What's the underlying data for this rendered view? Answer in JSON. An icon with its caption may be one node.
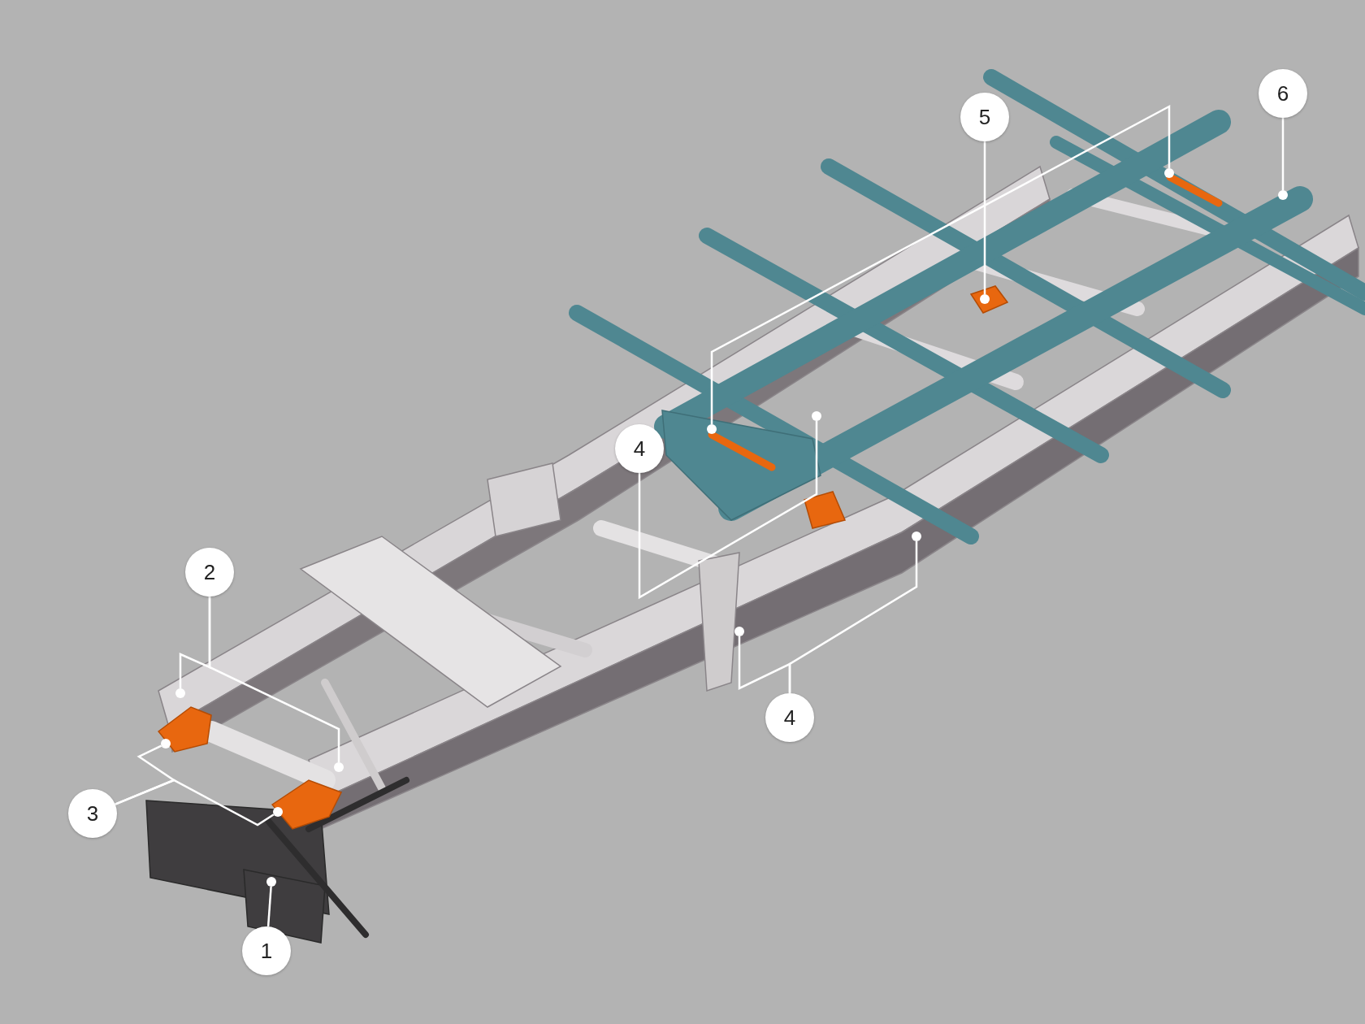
{
  "diagram": {
    "nodes": [
      {
        "text": [
          "1"
        ]
      },
      {
        "text": [
          "2"
        ]
      },
      {
        "text": [
          "3"
        ]
      },
      {
        "text": [
          "4"
        ]
      },
      {
        "text": [
          "4"
        ]
      },
      {
        "text": [
          "5"
        ]
      },
      {
        "text": [
          "6"
        ]
      },
      {
        "text": [],
        "shape": "circle"
      },
      {
        "text": [],
        "shape": "circle"
      },
      {
        "text": [],
        "shape": "circle"
      },
      {
        "text": [],
        "shape": "circle"
      },
      {
        "text": [],
        "shape": "circle"
      },
      {
        "text": [],
        "shape": "circle"
      },
      {
        "text": [],
        "shape": "circle"
      },
      {
        "text": [],
        "shape": "circle"
      },
      {
        "text": [],
        "shape": "circle"
      },
      {
        "text": [],
        "shape": "circle"
      },
      {
        "text": [],
        "shape": "circle"
      },
      {
        "text": [],
        "shape": "circle"
      }
    ],
    "edges": [
      {
        "from": 0,
        "to": 7,
        "arrow": "none"
      },
      {
        "from": 1,
        "to": 8,
        "arrow": "none"
      },
      {
        "from": 1,
        "to": 9,
        "arrow": "none"
      },
      {
        "from": 2,
        "to": 10,
        "arrow": "none"
      },
      {
        "from": 2,
        "to": 11,
        "arrow": "none"
      },
      {
        "from": 3,
        "to": 12,
        "arrow": "none"
      },
      {
        "from": 4,
        "to": 13,
        "arrow": "none"
      },
      {
        "from": 4,
        "to": 14,
        "arrow": "none"
      },
      {
        "from": 5,
        "to": 15,
        "arrow": "none"
      },
      {
        "from": 6,
        "to": 16,
        "arrow": "none"
      },
      {
        "from": 17,
        "to": 18,
        "arrow": "none"
      }
    ]
  }
}
